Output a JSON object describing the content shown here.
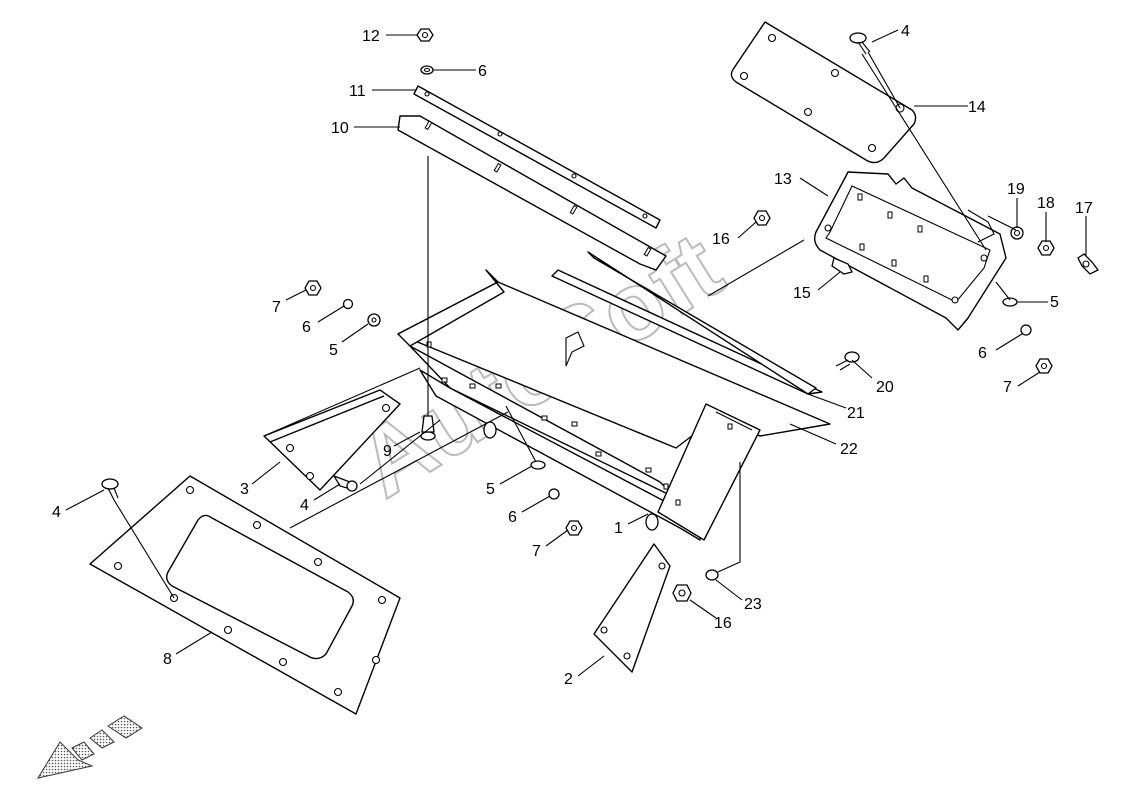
{
  "callouts": [
    {
      "id": "c12",
      "label": "12"
    },
    {
      "id": "c6a",
      "label": "6"
    },
    {
      "id": "c11",
      "label": "11"
    },
    {
      "id": "c10",
      "label": "10"
    },
    {
      "id": "c4a",
      "label": "4"
    },
    {
      "id": "c14",
      "label": "14"
    },
    {
      "id": "c13",
      "label": "13"
    },
    {
      "id": "c19",
      "label": "19"
    },
    {
      "id": "c18",
      "label": "18"
    },
    {
      "id": "c17",
      "label": "17"
    },
    {
      "id": "c16a",
      "label": "16"
    },
    {
      "id": "c15",
      "label": "15"
    },
    {
      "id": "c5a",
      "label": "5"
    },
    {
      "id": "c6b",
      "label": "6"
    },
    {
      "id": "c7a",
      "label": "7"
    },
    {
      "id": "c7b",
      "label": "7"
    },
    {
      "id": "c6c",
      "label": "6"
    },
    {
      "id": "c5b",
      "label": "5"
    },
    {
      "id": "c20",
      "label": "20"
    },
    {
      "id": "c21",
      "label": "21"
    },
    {
      "id": "c22",
      "label": "22"
    },
    {
      "id": "c9",
      "label": "9"
    },
    {
      "id": "c3",
      "label": "3"
    },
    {
      "id": "c4b",
      "label": "4"
    },
    {
      "id": "c5c",
      "label": "5"
    },
    {
      "id": "c6d",
      "label": "6"
    },
    {
      "id": "c7c",
      "label": "7"
    },
    {
      "id": "c1",
      "label": "1"
    },
    {
      "id": "c4c",
      "label": "4"
    },
    {
      "id": "c8",
      "label": "8"
    },
    {
      "id": "c23",
      "label": "23"
    },
    {
      "id": "c16b",
      "label": "16"
    },
    {
      "id": "c2",
      "label": "2"
    }
  ],
  "watermark": "AutoSoft",
  "icons": {
    "direction_arrow": "front-direction-arrow-icon"
  }
}
